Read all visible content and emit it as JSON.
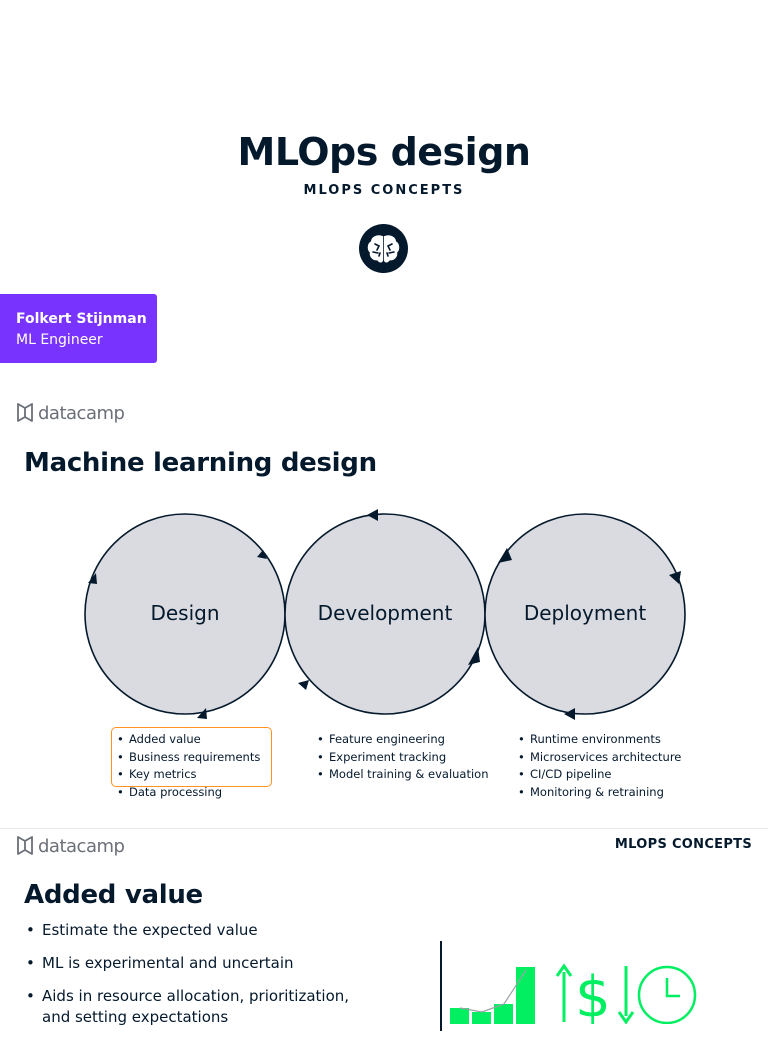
{
  "slide1": {
    "title": "MLOps design",
    "subtitle": "MLOPS CONCEPTS",
    "brain_icon": "brain-icon",
    "author_name": "Folkert Stijnman",
    "author_role": "ML Engineer",
    "author_box_color": "#7933ff"
  },
  "logo_text": "datacamp",
  "slide2": {
    "title": "Machine learning design",
    "circles": [
      {
        "label": "Design"
      },
      {
        "label": "Development"
      },
      {
        "label": "Deployment"
      }
    ],
    "circle_fill": "#dadbe0",
    "highlight_color": "#ff931e",
    "design_items": [
      "Added value",
      "Business requirements",
      "Key metrics",
      "Data processing"
    ],
    "development_items": [
      "Feature engineering",
      "Experiment tracking",
      "Model training & evaluation"
    ],
    "deployment_items": [
      "Runtime environments",
      "Microservices architecture",
      "CI/CD pipeline",
      "Monitoring & retraining"
    ]
  },
  "slide3": {
    "header_right": "MLOPS CONCEPTS",
    "title": "Added value",
    "bullets": [
      "Estimate the expected value",
      "ML is experimental and uncertain",
      "Aids in resource allocation, prioritization, and setting expectations"
    ],
    "icons": [
      "bar-chart-icon",
      "dollar-up-icon",
      "arrow-down-icon",
      "clock-icon"
    ],
    "icon_color": "#03ef62"
  }
}
